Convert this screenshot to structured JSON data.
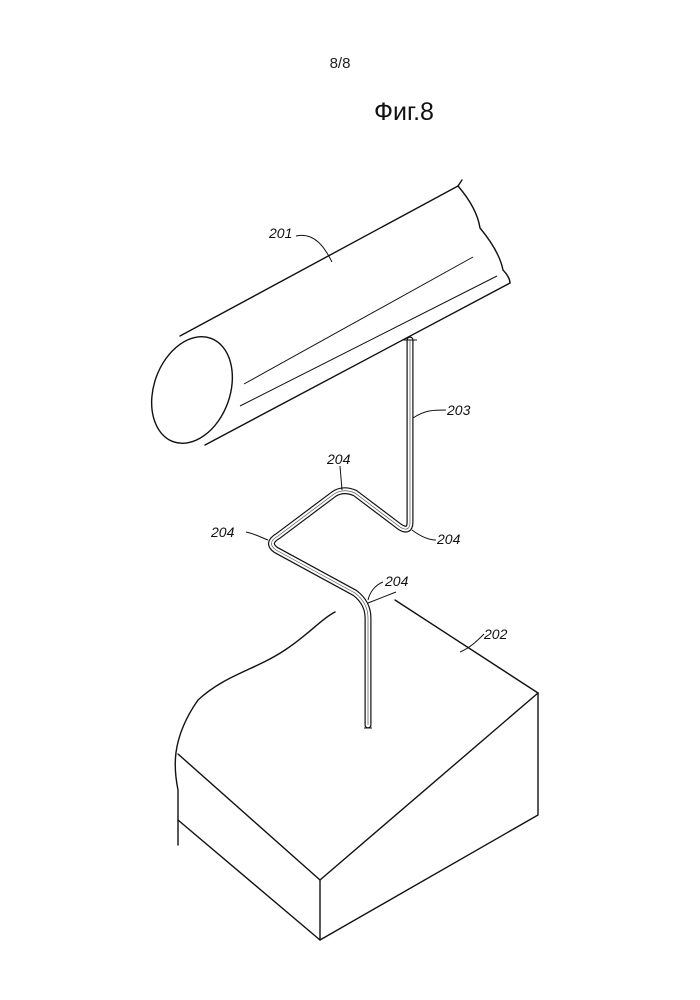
{
  "page_number": "8/8",
  "figure_title": "Фиг.8",
  "labels": {
    "cylinder": "201",
    "block": "202",
    "pipe": "203",
    "bend_top": "204",
    "bend_left": "204",
    "bend_right": "204",
    "bend_bottom": "204"
  }
}
